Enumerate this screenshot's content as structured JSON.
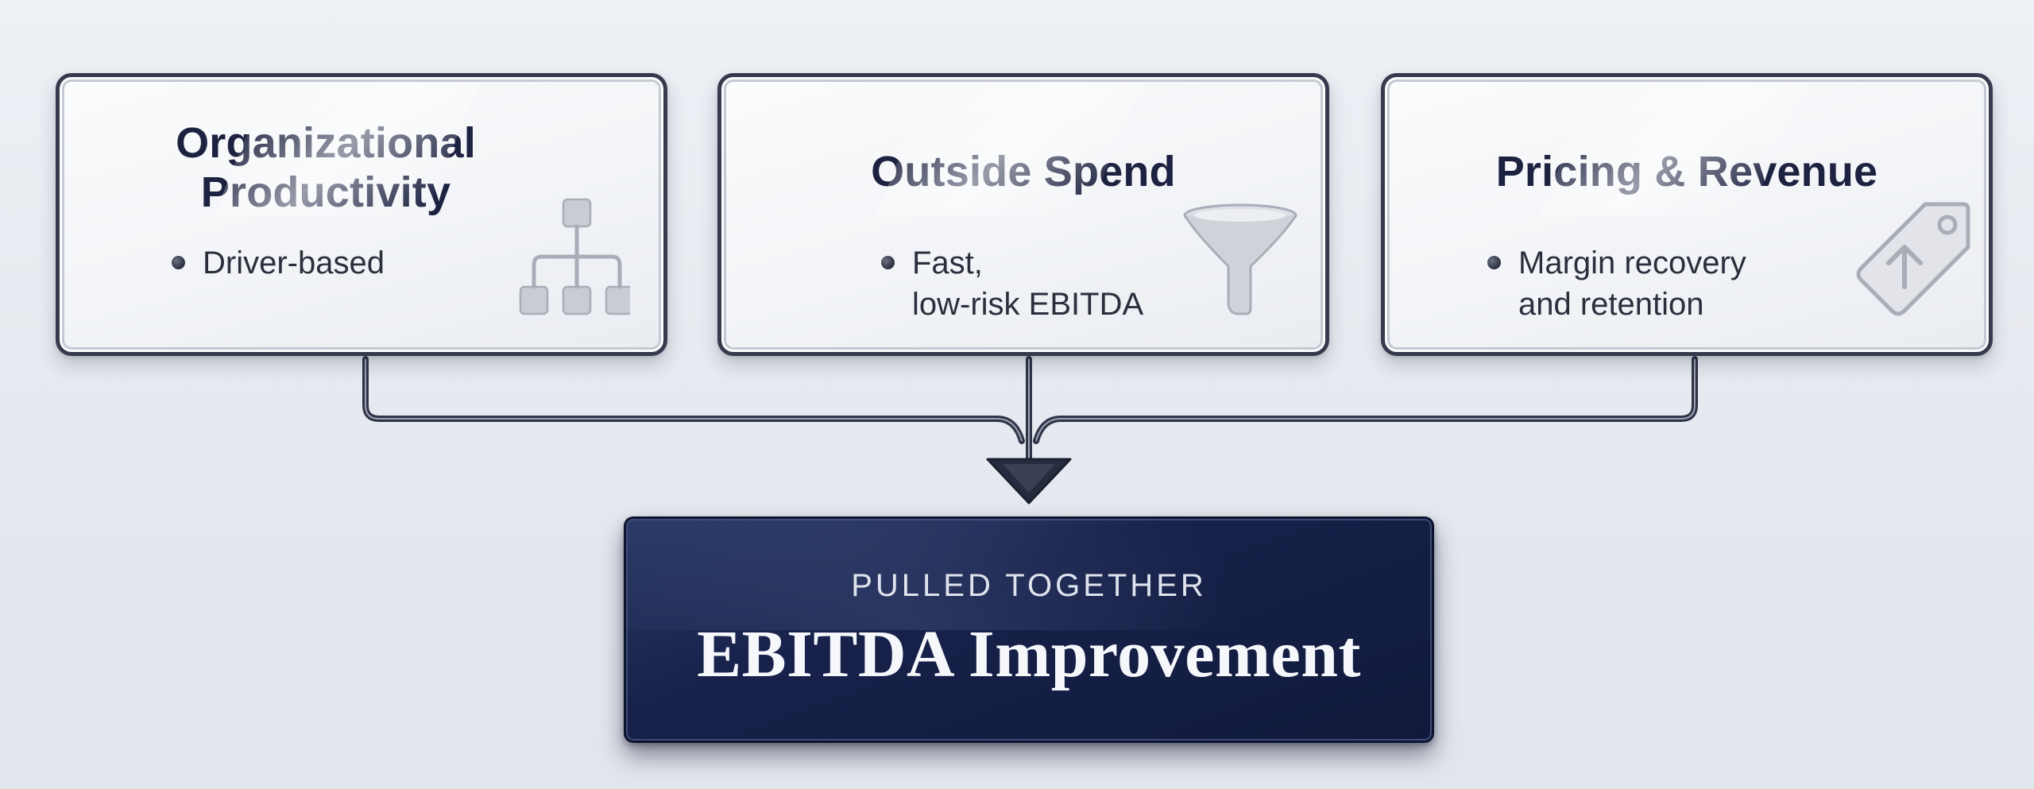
{
  "drivers": [
    {
      "title": "Organizational Productivity",
      "bullet": "Driver-based",
      "icon": "org-chart-icon"
    },
    {
      "title": "Outside Spend",
      "bullet": "Fast,\nlow-risk EBITDA",
      "icon": "funnel-icon"
    },
    {
      "title": "Pricing & Revenue",
      "bullet": "Margin recovery\nand retention",
      "icon": "price-tag-up-icon"
    }
  ],
  "result": {
    "eyebrow": "PULLED TOGETHER",
    "title": "EBITDA Improvement"
  },
  "colors": {
    "background": "#e7eaf0",
    "card_border": "#353b4c",
    "card_title": "#1c2240",
    "connector": "#2f3547",
    "result_fill": "#17214a",
    "result_text": "#f6f7fb"
  }
}
